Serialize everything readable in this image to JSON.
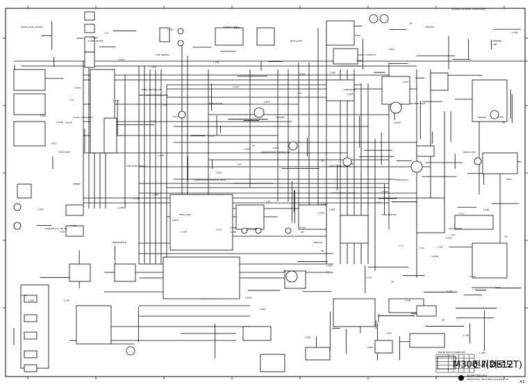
{
  "title_block": {
    "model": "M300-Ⅱ(DE12T)",
    "drawing_name": "전기회로도",
    "company": "대우종합기계주식회사",
    "company_en": "DAEWOO HEAVY INDUSTRIES & MACHINERY LTD.",
    "sheet_size": "A3",
    "table_title": "STARTER SWITCH CONNECTION"
  },
  "header_note": "ALTERNATOR BASE +B(REVISED)",
  "components": [
    {
      "label": "WATER LEVEL SENSOR"
    },
    {
      "label": "TURBO HEATER"
    },
    {
      "label": "FUEL SENSOR"
    },
    {
      "label": "CONTROL UNIT"
    },
    {
      "label": "PILOT LAMP"
    },
    {
      "label": "RADIO / CASSETTE"
    },
    {
      "label": "SPEAKER"
    },
    {
      "label": "ANTENNA"
    },
    {
      "label": "DC/DC CONVERTER"
    },
    {
      "label": "WIPER CONTROLLER"
    },
    {
      "label": "WIPER MOTOR"
    },
    {
      "label": "STARTER"
    },
    {
      "label": "ALTERNATOR"
    },
    {
      "label": "BATTERY RELAY"
    },
    {
      "label": "BATTERY"
    },
    {
      "label": "FUEL PUMP"
    },
    {
      "label": "FUEL PUMP SWITCH"
    },
    {
      "label": "TRANSMISSION SOLENOID VALVE"
    },
    {
      "label": "TRANSMISSION CONTROLLER"
    },
    {
      "label": "SAFETY START RELAY"
    },
    {
      "label": "HORN RELAY"
    },
    {
      "label": "ROOM LAMP"
    },
    {
      "label": "FORWARD CUT OFF SW"
    },
    {
      "label": "SPEEDOMETER"
    },
    {
      "label": "HEAD LAMP"
    },
    {
      "label": "STOP LAMP"
    },
    {
      "label": "BEACON"
    },
    {
      "label": "CIGAR LIGHTER"
    },
    {
      "label": "HOUR METER"
    }
  ],
  "solenoid_labels": [
    "S/V(1)",
    "S/V(2)",
    "S/V(3)",
    "FORWARD",
    "REVERSE"
  ]
}
